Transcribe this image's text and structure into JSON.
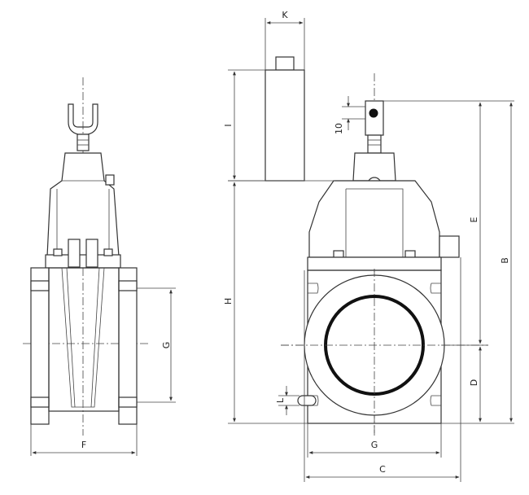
{
  "dimension_labels": {
    "k": "K",
    "i": "I",
    "h": "H",
    "ten": "10",
    "e": "E",
    "b": "B",
    "d": "D",
    "l": "L",
    "g_right": "G",
    "c": "C",
    "g_left": "G",
    "f": "F"
  },
  "colors": {
    "line": "#333333",
    "background": "#ffffff"
  }
}
